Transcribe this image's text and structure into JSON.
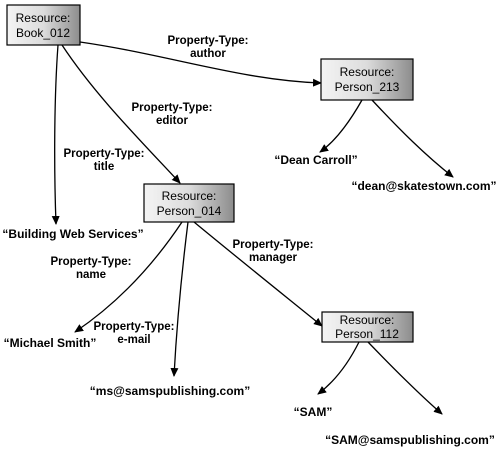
{
  "nodes": {
    "book_012": {
      "line1": "Resource:",
      "line2": "Book_012"
    },
    "person_213": {
      "line1": "Resource:",
      "line2": "Person_213"
    },
    "person_014": {
      "line1": "Resource:",
      "line2": "Person_014"
    },
    "person_112": {
      "line1": "Resource:",
      "line2": "Person_112"
    }
  },
  "edges": {
    "author": {
      "line1": "Property-Type:",
      "line2": "author"
    },
    "editor": {
      "line1": "Property-Type:",
      "line2": "editor"
    },
    "title": {
      "line1": "Property-Type:",
      "line2": "title"
    },
    "name": {
      "line1": "Property-Type:",
      "line2": "name"
    },
    "email": {
      "line1": "Property-Type:",
      "line2": "e-mail"
    },
    "manager": {
      "line1": "Property-Type:",
      "line2": "manager"
    }
  },
  "leaves": {
    "dean_name": "“Dean Carroll”",
    "dean_email": "“dean@skatestown.com”",
    "book_title": "“Building Web Services”",
    "michael_name": "“Michael Smith”",
    "ms_email": "“ms@samspublishing.com”",
    "sam_name": "“SAM”",
    "sam_email": "“SAM@samspublishing.com”"
  }
}
